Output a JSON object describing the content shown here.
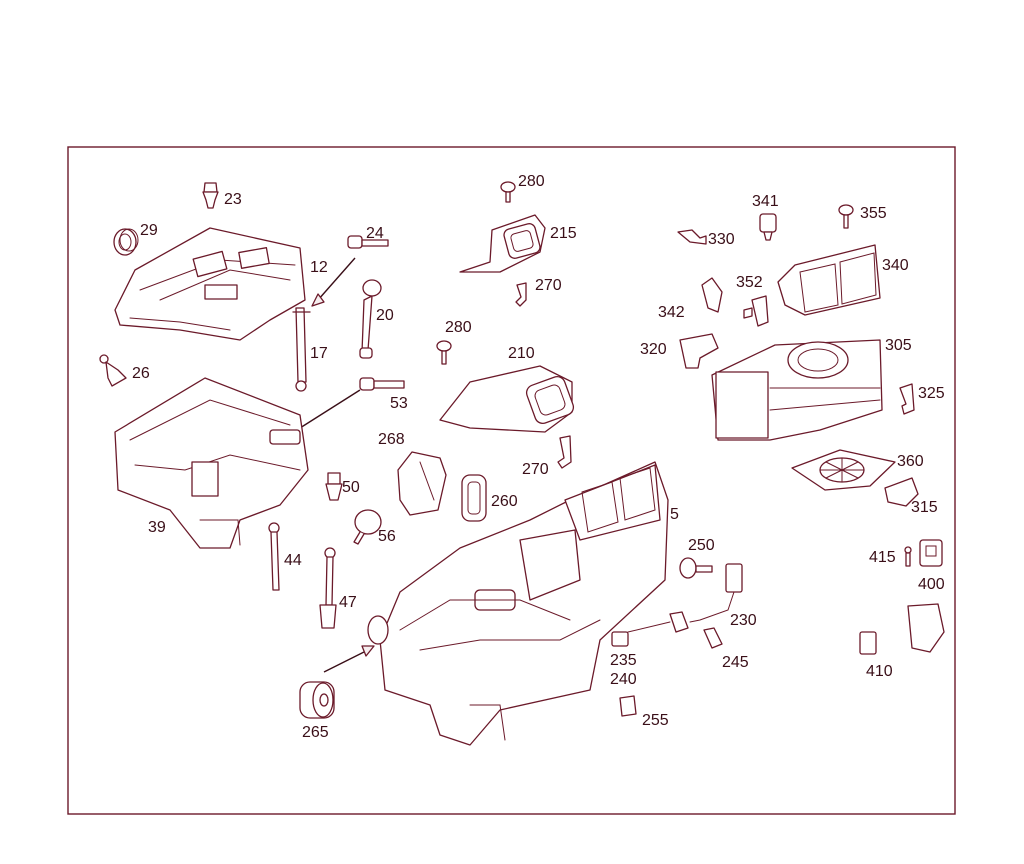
{
  "callouts": [
    {
      "id": "c23",
      "text": "23"
    },
    {
      "id": "c29",
      "text": "29"
    },
    {
      "id": "c24",
      "text": "24"
    },
    {
      "id": "c12",
      "text": "12"
    },
    {
      "id": "c20",
      "text": "20"
    },
    {
      "id": "c17",
      "text": "17"
    },
    {
      "id": "c26",
      "text": "26"
    },
    {
      "id": "c53",
      "text": "53"
    },
    {
      "id": "c39",
      "text": "39"
    },
    {
      "id": "c50",
      "text": "50"
    },
    {
      "id": "c56",
      "text": "56"
    },
    {
      "id": "c44",
      "text": "44"
    },
    {
      "id": "c47",
      "text": "47"
    },
    {
      "id": "c265",
      "text": "265"
    },
    {
      "id": "c280a",
      "text": "280"
    },
    {
      "id": "c215",
      "text": "215"
    },
    {
      "id": "c270a",
      "text": "270"
    },
    {
      "id": "c280b",
      "text": "280"
    },
    {
      "id": "c210",
      "text": "210"
    },
    {
      "id": "c268",
      "text": "268"
    },
    {
      "id": "c270b",
      "text": "270"
    },
    {
      "id": "c260",
      "text": "260"
    },
    {
      "id": "c5",
      "text": "5"
    },
    {
      "id": "c250",
      "text": "250"
    },
    {
      "id": "c230",
      "text": "230"
    },
    {
      "id": "c235",
      "text": "235"
    },
    {
      "id": "c240",
      "text": "240"
    },
    {
      "id": "c245",
      "text": "245"
    },
    {
      "id": "c255",
      "text": "255"
    },
    {
      "id": "c341",
      "text": "341"
    },
    {
      "id": "c355",
      "text": "355"
    },
    {
      "id": "c330",
      "text": "330"
    },
    {
      "id": "c340",
      "text": "340"
    },
    {
      "id": "c352",
      "text": "352"
    },
    {
      "id": "c342",
      "text": "342"
    },
    {
      "id": "c320",
      "text": "320"
    },
    {
      "id": "c305",
      "text": "305"
    },
    {
      "id": "c325",
      "text": "325"
    },
    {
      "id": "c360",
      "text": "360"
    },
    {
      "id": "c315",
      "text": "315"
    },
    {
      "id": "c415",
      "text": "415"
    },
    {
      "id": "c400",
      "text": "400"
    },
    {
      "id": "c410",
      "text": "410"
    }
  ],
  "colors": {
    "line": "#6b1a2a",
    "text": "#3a0f18",
    "background": "#ffffff"
  }
}
